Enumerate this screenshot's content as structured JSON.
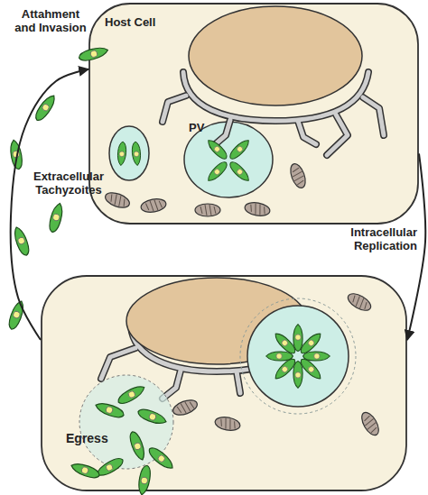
{
  "diagram": {
    "nodes": [
      {
        "text": [
          "Host Cell"
        ]
      },
      {
        "text": [
          "PV"
        ],
        "in": 0
      },
      {
        "text": [
          "Egress"
        ]
      }
    ],
    "edges": [
      {
        "from": 0,
        "to": 2,
        "arrow": "to",
        "label": "Intracellular Replication"
      },
      {
        "from": 2,
        "to": 0,
        "arrow": "to",
        "label": "Extracellular Tachyzoites"
      }
    ],
    "labels": [
      "Attahment and Invasion"
    ]
  }
}
